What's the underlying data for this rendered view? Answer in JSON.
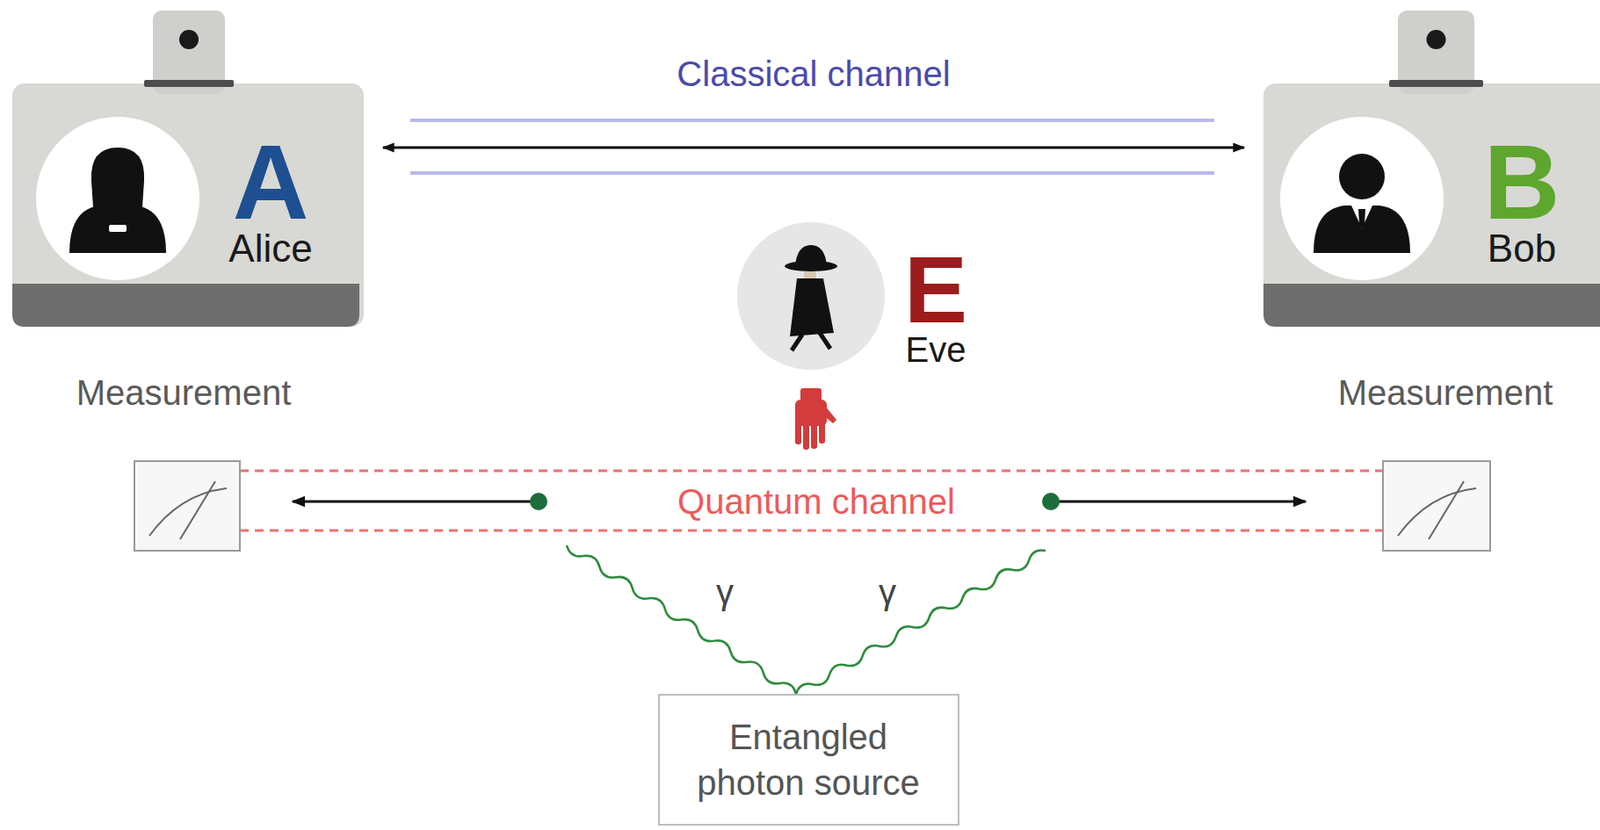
{
  "diagram": {
    "nodes": [
      {
        "text": [
          "A",
          "Alice"
        ]
      },
      {
        "text": [
          "B",
          "Bob"
        ]
      },
      {
        "text": [
          "E",
          "Eve"
        ]
      },
      {
        "text": [
          "Entangled photon source"
        ]
      }
    ],
    "edges": [
      {
        "from": 0,
        "to": 1,
        "arrow": "both",
        "label": "Classical channel"
      }
    ],
    "labels": [
      "Measurement",
      "Measurement",
      "Quantum channel",
      "γ",
      "γ"
    ]
  }
}
